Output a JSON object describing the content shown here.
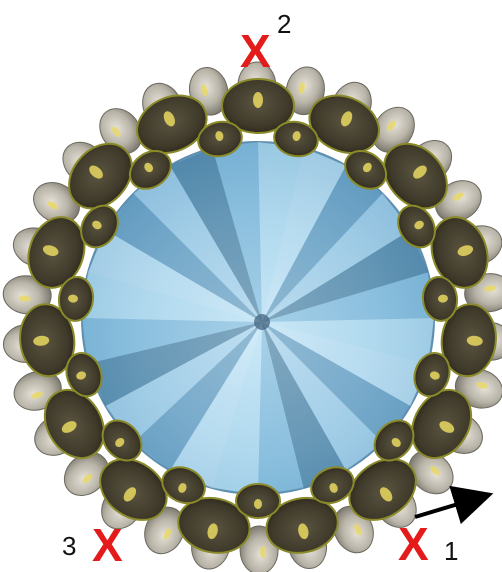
{
  "title": "",
  "markers": [
    {
      "id": "x1",
      "symbol": "X",
      "number": "1"
    },
    {
      "id": "x2",
      "symbol": "X",
      "number": "2"
    },
    {
      "id": "x3",
      "symbol": "X",
      "number": "3"
    }
  ],
  "colors": {
    "crystal_light": "#bfe3f4",
    "crystal_mid": "#7fb8d8",
    "crystal_dark": "#3d6f8f",
    "bead_dark": "#4a4533",
    "bead_outline": "#8a8a2a",
    "bead_pearl": "#b9b4a8",
    "bead_highlight": "#e8d860",
    "marker_red": "#e31b1b",
    "arrow": "#000000"
  },
  "icons": {
    "arrow": "arrow-right-icon",
    "marker": "x-mark-icon"
  }
}
